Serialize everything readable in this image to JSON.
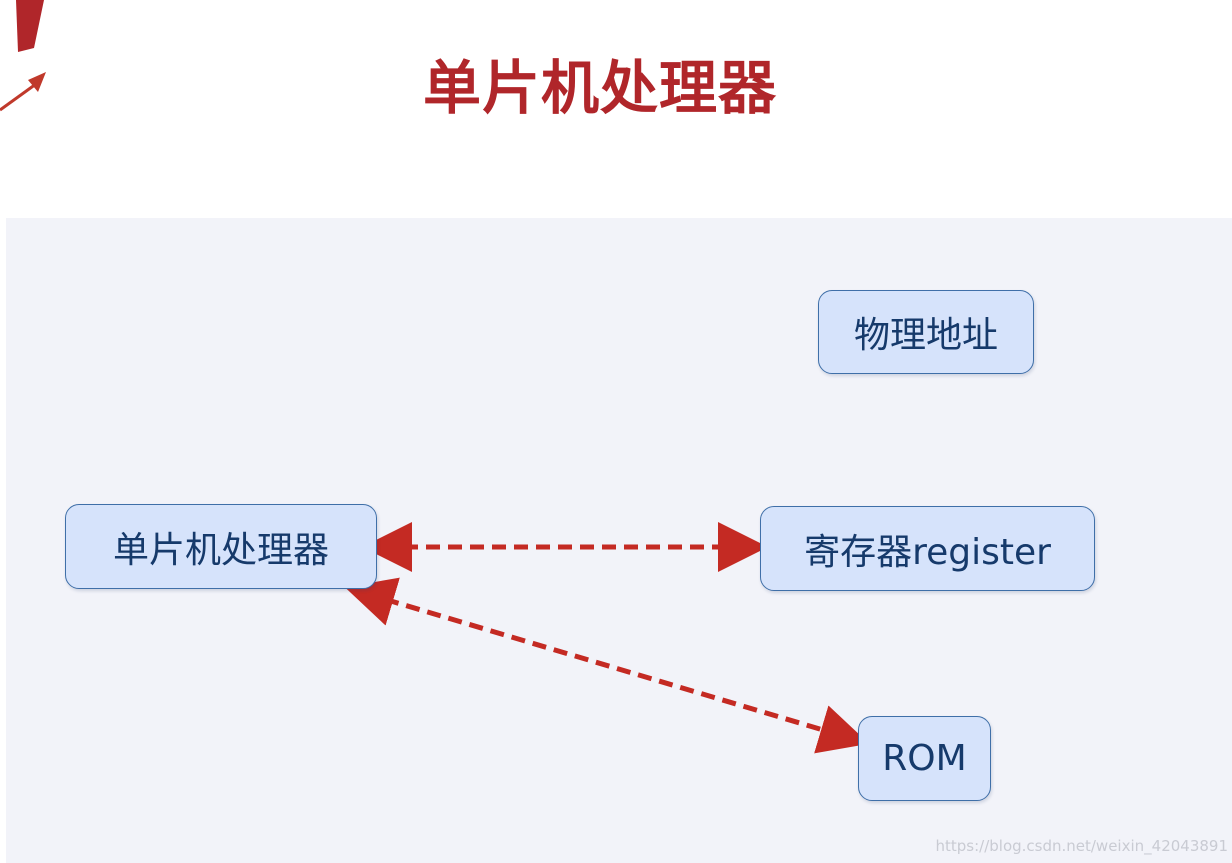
{
  "title": "单片机处理器",
  "nodes": {
    "physical_address": "物理地址",
    "mcu_processor": "单片机处理器",
    "register": "寄存器register",
    "rom": "ROM"
  },
  "connections": [
    {
      "from": "mcu_processor",
      "to": "register",
      "style": "dashed",
      "direction": "both"
    },
    {
      "from": "mcu_processor",
      "to": "rom",
      "style": "dashed",
      "direction": "both"
    }
  ],
  "colors": {
    "title": "#b0262a",
    "arrow": "#c42a23",
    "node_fill": "#d6e3fb",
    "node_border": "#3f6fa8",
    "node_text": "#163a6b",
    "panel_bg": "#f2f3f9"
  },
  "watermark": "https://blog.csdn.net/weixin_42043891"
}
